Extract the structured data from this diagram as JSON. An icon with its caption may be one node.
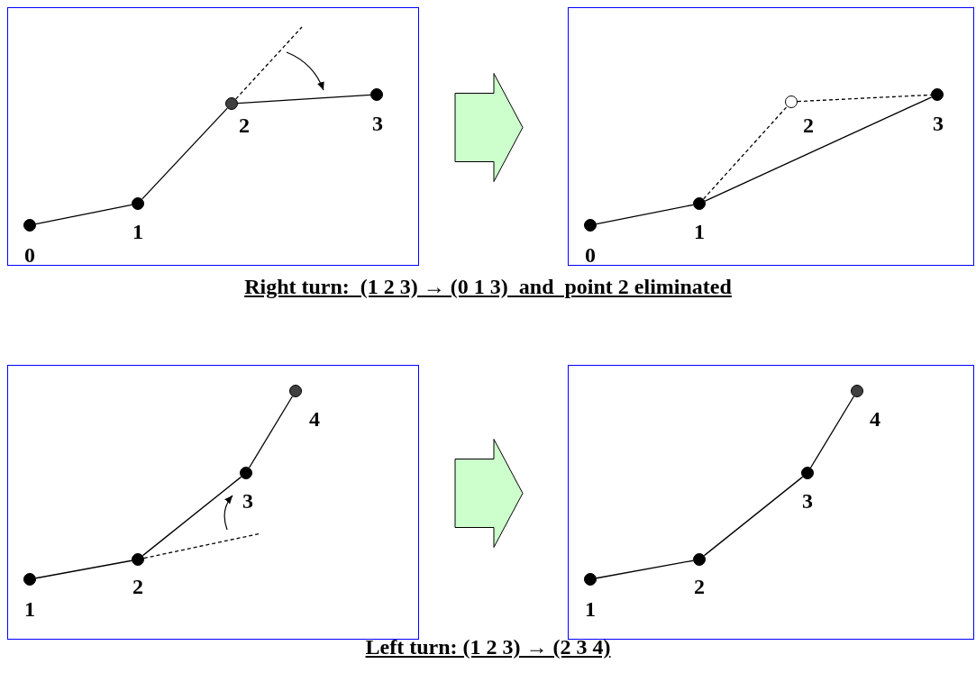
{
  "diagram": {
    "nodes": [
      {
        "text": [],
        "shape": "box"
      },
      {
        "text": [],
        "shape": "circle",
        "in": 0,
        "beside": [
          "0"
        ]
      },
      {
        "text": [],
        "shape": "circle",
        "in": 0,
        "beside": [
          "1"
        ]
      },
      {
        "text": [],
        "shape": "circle",
        "in": 0,
        "beside": [
          "2"
        ]
      },
      {
        "text": [],
        "shape": "circle",
        "in": 0,
        "beside": [
          "3"
        ]
      },
      {
        "text": [],
        "shape": "box"
      },
      {
        "text": [],
        "shape": "circle",
        "in": 5,
        "beside": [
          "0"
        ]
      },
      {
        "text": [],
        "shape": "circle",
        "in": 5,
        "beside": [
          "1"
        ]
      },
      {
        "text": [],
        "shape": "circle",
        "in": 5,
        "beside": [
          "2"
        ]
      },
      {
        "text": [],
        "shape": "circle",
        "in": 5,
        "beside": [
          "3"
        ]
      },
      {
        "text": [],
        "shape": "box"
      },
      {
        "text": [],
        "shape": "circle",
        "in": 10,
        "beside": [
          "1"
        ]
      },
      {
        "text": [],
        "shape": "circle",
        "in": 10,
        "beside": [
          "2"
        ]
      },
      {
        "text": [],
        "shape": "circle",
        "in": 10,
        "beside": [
          "3"
        ]
      },
      {
        "text": [],
        "shape": "circle",
        "in": 10,
        "beside": [
          "4"
        ]
      },
      {
        "text": [],
        "shape": "box"
      },
      {
        "text": [],
        "shape": "circle",
        "in": 15,
        "beside": [
          "1"
        ]
      },
      {
        "text": [],
        "shape": "circle",
        "in": 15,
        "beside": [
          "2"
        ]
      },
      {
        "text": [],
        "shape": "circle",
        "in": 15,
        "beside": [
          "3"
        ]
      },
      {
        "text": [],
        "shape": "circle",
        "in": 15,
        "beside": [
          "4"
        ]
      }
    ],
    "edges": [
      {
        "from": 1,
        "to": 2,
        "arrow": "none"
      },
      {
        "from": 2,
        "to": 3,
        "arrow": "none"
      },
      {
        "from": 3,
        "to": 4,
        "arrow": "none"
      },
      {
        "from": 3,
        "to": null,
        "arrow": "none",
        "style": "dashed"
      },
      {
        "from": 6,
        "to": 7,
        "arrow": "none"
      },
      {
        "from": 7,
        "to": 8,
        "arrow": "none",
        "style": "dashed"
      },
      {
        "from": 8,
        "to": 9,
        "arrow": "none",
        "style": "dashed"
      },
      {
        "from": 7,
        "to": 9,
        "arrow": "none"
      },
      {
        "from": 11,
        "to": 12,
        "arrow": "none"
      },
      {
        "from": 12,
        "to": 13,
        "arrow": "none"
      },
      {
        "from": 12,
        "to": null,
        "arrow": "none",
        "style": "dashed"
      },
      {
        "from": 13,
        "to": 14,
        "arrow": "none"
      },
      {
        "from": 16,
        "to": 17,
        "arrow": "none"
      },
      {
        "from": 17,
        "to": 18,
        "arrow": "none"
      },
      {
        "from": 18,
        "to": 19,
        "arrow": "none"
      },
      {
        "from": 0,
        "to": 5,
        "arrow": "to",
        "style": "thick",
        "color": "#ccffcc"
      },
      {
        "from": 10,
        "to": 15,
        "arrow": "to",
        "style": "thick",
        "color": "#ccffcc"
      }
    ],
    "labels": [
      "Right turn:  (1 2 3) → (0 1 3)  and  point 2 eliminated",
      "Left turn: (1 2 3) → (2 3 4)"
    ]
  }
}
